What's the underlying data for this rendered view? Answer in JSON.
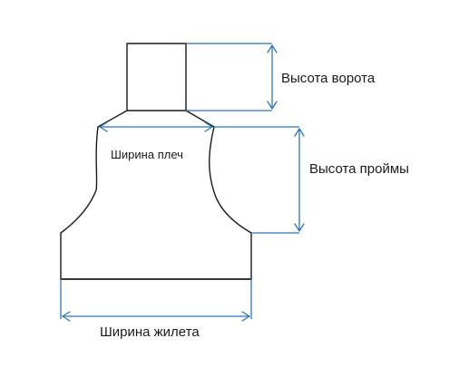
{
  "labels": {
    "collar_height": "Высота ворота",
    "shoulder_width": "Ширина плеч",
    "armhole_height": "Высота проймы",
    "vest_width": "Ширина жилета"
  },
  "colors": {
    "outline": "#1a1a1a",
    "dimension_line": "#2e75b6",
    "text": "#1a1a1a",
    "background": "#ffffff"
  }
}
